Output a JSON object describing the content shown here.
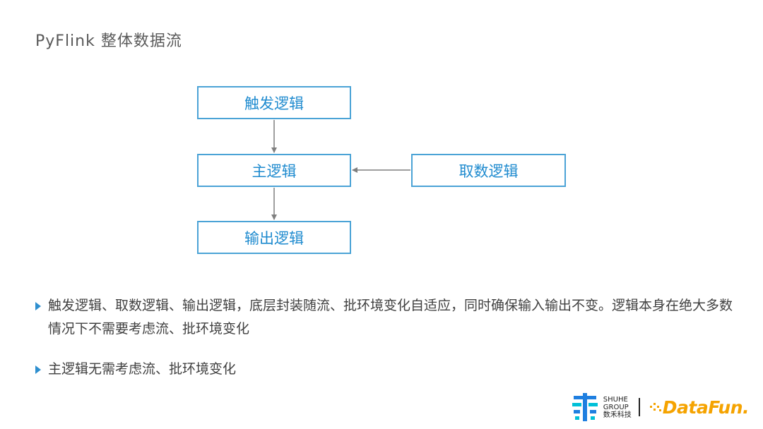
{
  "title": "PyFlink 整体数据流",
  "diagram": {
    "nodes": {
      "trigger": "触发逻辑",
      "main": "主逻辑",
      "fetch": "取数逻辑",
      "output": "输出逻辑"
    },
    "edges": [
      {
        "from": "trigger",
        "to": "main"
      },
      {
        "from": "fetch",
        "to": "main"
      },
      {
        "from": "main",
        "to": "output"
      }
    ],
    "colors": {
      "border": "#4ba3d6",
      "text": "#1f8bcf",
      "arrow": "#7f7f7f"
    }
  },
  "bullets": [
    "触发逻辑、取数逻辑、输出逻辑，底层封装随流、批环境变化自适应，同时确保输入输出不变。逻辑本身在绝大多数情况下不需要考虑流、批环境变化",
    "主逻辑无需考虑流、批环境变化"
  ],
  "footer": {
    "shuhe": {
      "line1": "SHUHE",
      "line2": "GROUP",
      "line3": "数禾科技",
      "colors": [
        "#1f7fe0",
        "#00c0d8"
      ]
    },
    "datafun": {
      "text": "DataFun.",
      "color": "#f5a300"
    }
  }
}
